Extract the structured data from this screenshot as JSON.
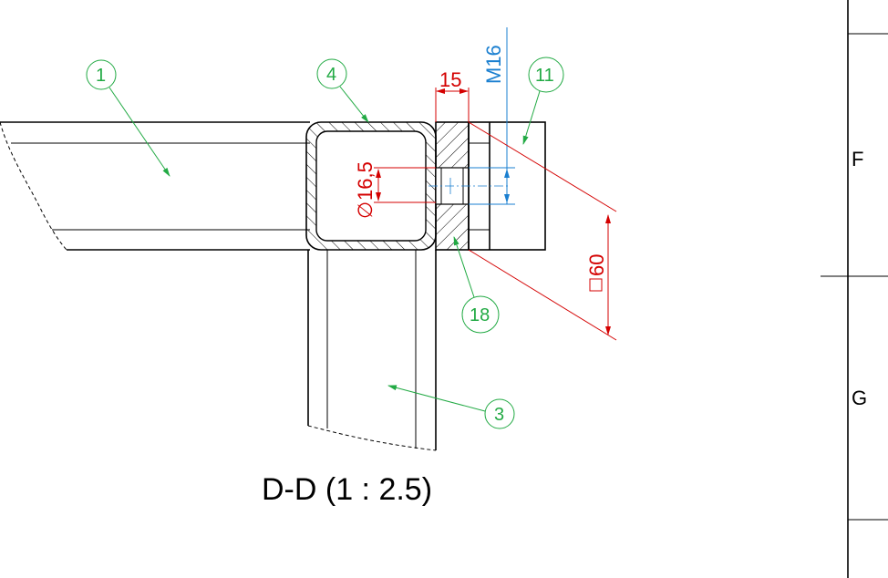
{
  "view_title": "D-D (1 : 2.5)",
  "balloons": [
    "1",
    "4",
    "11",
    "18",
    "3"
  ],
  "dimensions": {
    "d15": "15",
    "m16": "M16",
    "dia": "16,5",
    "sq60": "60"
  },
  "zones": [
    "F",
    "G"
  ],
  "colors": {
    "balloon": "#22aa44",
    "dimension_red": "#d40000",
    "dimension_blue": "#1a7fd0"
  }
}
